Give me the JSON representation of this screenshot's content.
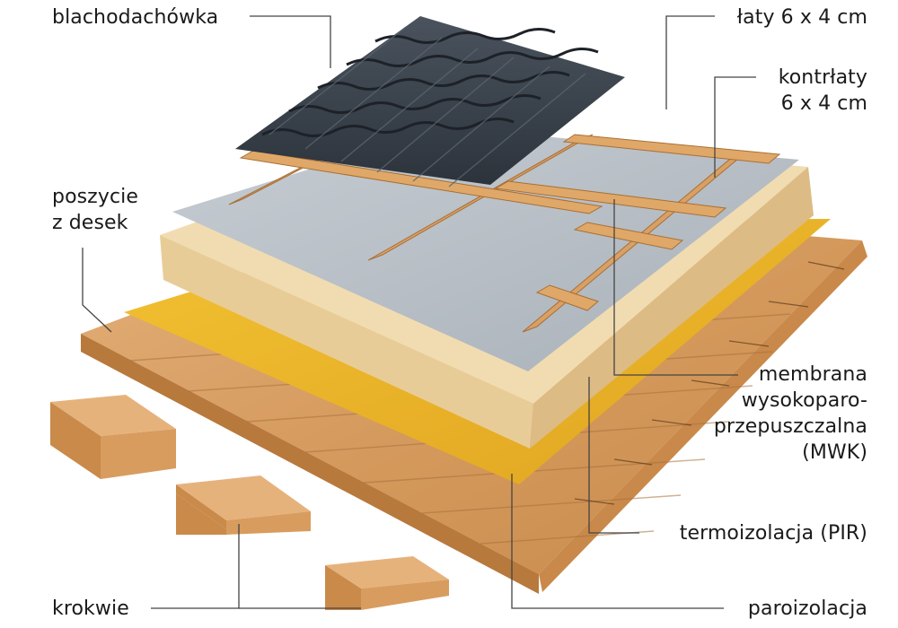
{
  "diagram": {
    "labels": {
      "blachodachowka": [
        "blachodachówka"
      ],
      "laty": [
        "łaty 6 x 4 cm"
      ],
      "kontrlaty": [
        "kontrłaty",
        "6 x 4 cm"
      ],
      "poszycie": [
        "poszycie",
        "z desek"
      ],
      "membrana": [
        "membrana",
        "wysokoparo-",
        "przepuszczalna",
        "(MWK)"
      ],
      "termoizolacja": [
        "termoizolacja (PIR)"
      ],
      "krokwie": [
        "krokwie"
      ],
      "paroizolacja": [
        "paroizolacja"
      ]
    },
    "colors": {
      "wood": "#d9a066",
      "wood_dark": "#b87a3e",
      "vapor_barrier": "#e8b32a",
      "insulation": "#ecd3a4",
      "membrane": "#b9c0c7",
      "roof_tile": "#3a424c",
      "leader_line": "#444444"
    }
  }
}
